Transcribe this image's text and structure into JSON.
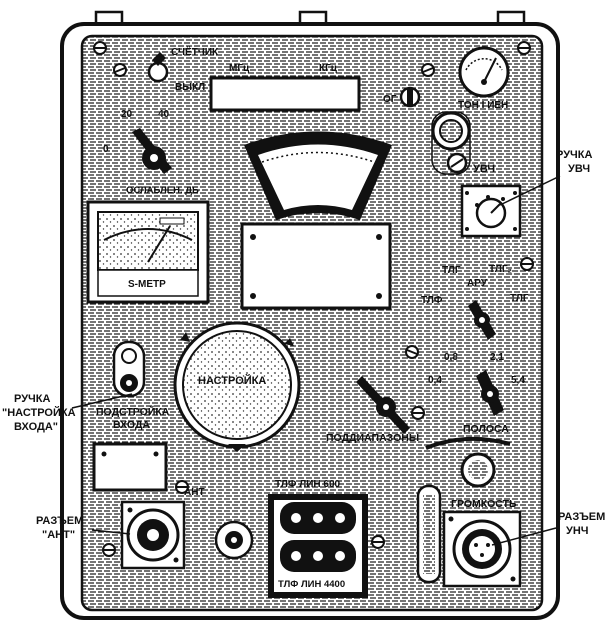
{
  "labels": {
    "counter": "СЧЁТЧИК",
    "off": "ВЫКЛ",
    "mhz": "МГц",
    "khz": "КГц",
    "og": "ОГ",
    "ton_ien": "ТОН I ИЕН",
    "scale_20": "20",
    "scale_40": "40",
    "scale_0": "0",
    "attenuation": "ОСЛАБЛЕН. ДБ",
    "uvch": "УВЧ",
    "knob_uvch_1": "РУЧКА",
    "knob_uvch_2": "УВЧ",
    "s_meter": "S-МЕТР",
    "tlg": "ТЛГ",
    "aru": "АРУ",
    "tlg2": "ТЛГ₂",
    "tlf": "ТЛФ",
    "tlg_right": "ТЛГ",
    "tuning": "НАСТРОЙКА",
    "bw_08": "0,8",
    "bw_21": "2,1",
    "bw_04": "0,4",
    "bw_54": "5,4",
    "knob_tuning_in_1": "РУЧКА",
    "knob_tuning_in_2": "\"НАСТРОЙКА",
    "knob_tuning_in_3": "ВХОДА\"",
    "input_trim_1": "ПОДСТРОЙКА",
    "input_trim_2": "ВХОДА",
    "subbands": "ПОДДИАПАЗОНЫ",
    "band": "ПОЛОСА",
    "ant": "АНТ",
    "tlf_lin_600": "ТЛФ ЛИН 600",
    "volume": "ГРОМКОСТЬ",
    "conn_ant_1": "РАЗЪЕМ",
    "conn_ant_2": "\"АНТ\"",
    "conn_unch_1": "РАЗЪЕМ",
    "conn_unch_2": "УНЧ",
    "tlf_lin_4400": "ТЛФ ЛИН 4400"
  },
  "colors": {
    "ink": "#111111",
    "paper": "#ffffff"
  }
}
